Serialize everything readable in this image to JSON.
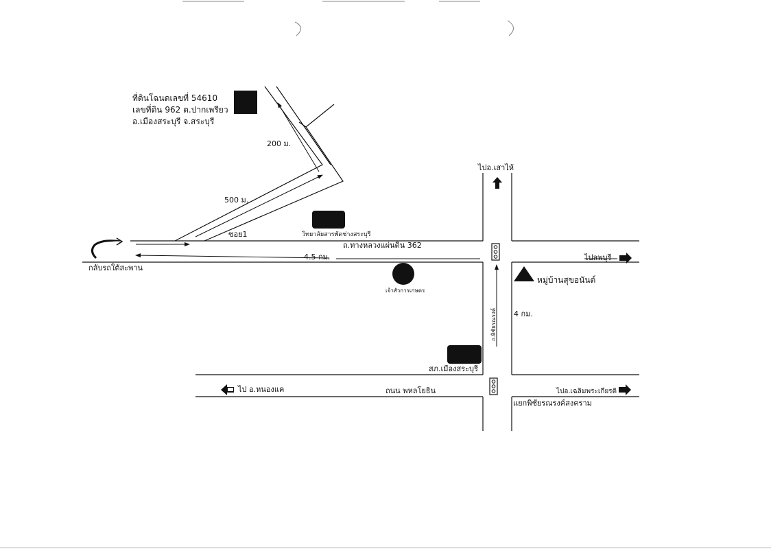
{
  "parcel": {
    "line1": "ที่ดินโฉนดเลขที่ 54610",
    "line2": "เลขที่ดิน 962 ต.ปากเพรียว",
    "line3": "อ.เมืองสระบุรี จ.สระบุรี"
  },
  "distances": {
    "d200": "200 ม.",
    "d500": "500 ม.",
    "d45": "4.5 กม.",
    "d4": "4 กม."
  },
  "roads": {
    "soi1": "ซอย1",
    "highway": "ถ.ทางหลวงแผ่นดิน 362",
    "phahon": "ถนน พหลโยธิน",
    "phichai": "ถ.พิชัยรณรงค์"
  },
  "landmarks": {
    "uturn": "กลับรถใต้สะพาน",
    "college": "วิทยาลัยสารพัดช่างสระบุรี",
    "agri": "เจ้าสัวการเกษตร",
    "village": "หมู่บ้านสุขอนันต์",
    "police": "สภ.เมืองสระบุรี",
    "junction": "แยกพิชัยรณรงค์สงคราม"
  },
  "directions": {
    "sao_hai": "ไปอ.เสาไห้",
    "lopburi": "ไปลพบุรี",
    "nong_khae": "ไป อ.หนองแค",
    "chaloem": "ไปอ.เฉลิมพระเกียรติ"
  },
  "colors": {
    "ink": "#111111",
    "background": "#ffffff"
  },
  "icons": [
    "traffic-light-icon",
    "arrow-up-icon",
    "arrow-right-icon",
    "arrow-left-icon",
    "u-turn-icon"
  ]
}
